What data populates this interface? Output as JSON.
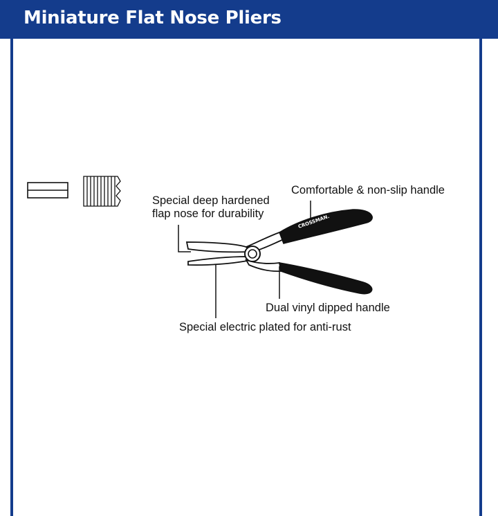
{
  "title": "Miniature Flat Nose Pliers",
  "brand_mark": "CROSSMAN.",
  "callouts": {
    "handle": "Comfortable & non-slip handle",
    "nose_line1": "Special deep hardened",
    "nose_line2": "flap nose for durability",
    "dipped": "Dual vinyl dipped handle",
    "plated": "Special electric plated for anti-rust"
  },
  "colors": {
    "header": "#143c8c",
    "ink": "#111111"
  }
}
